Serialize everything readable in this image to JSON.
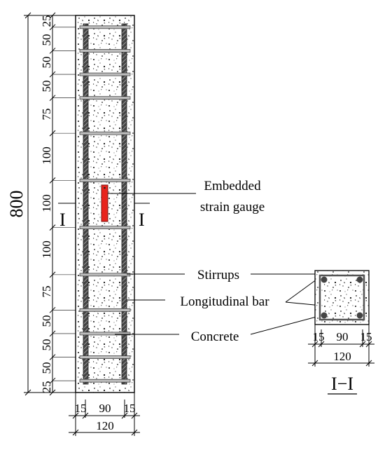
{
  "column": {
    "total_height_label": "800",
    "stirrup_spacings": [
      "25",
      "50",
      "50",
      "50",
      "75",
      "100",
      "100",
      "100",
      "75",
      "50",
      "50",
      "50",
      "25"
    ],
    "bottom_widths": [
      "15",
      "90",
      "15"
    ],
    "bottom_total": "120"
  },
  "section_marks": {
    "left": "I",
    "right": "I"
  },
  "callouts": {
    "gauge_line1": "Embedded",
    "gauge_line2": "strain gauge",
    "stirrups": "Stirrups",
    "longitudinal": "Longitudinal bar",
    "concrete": "Concrete"
  },
  "cross_section": {
    "widths": [
      "15",
      "90",
      "15"
    ],
    "total": "120",
    "title": "I−I"
  },
  "colors": {
    "gauge": "#e8231c",
    "bar": "#555555",
    "stirrup": "#bdbdbd"
  }
}
